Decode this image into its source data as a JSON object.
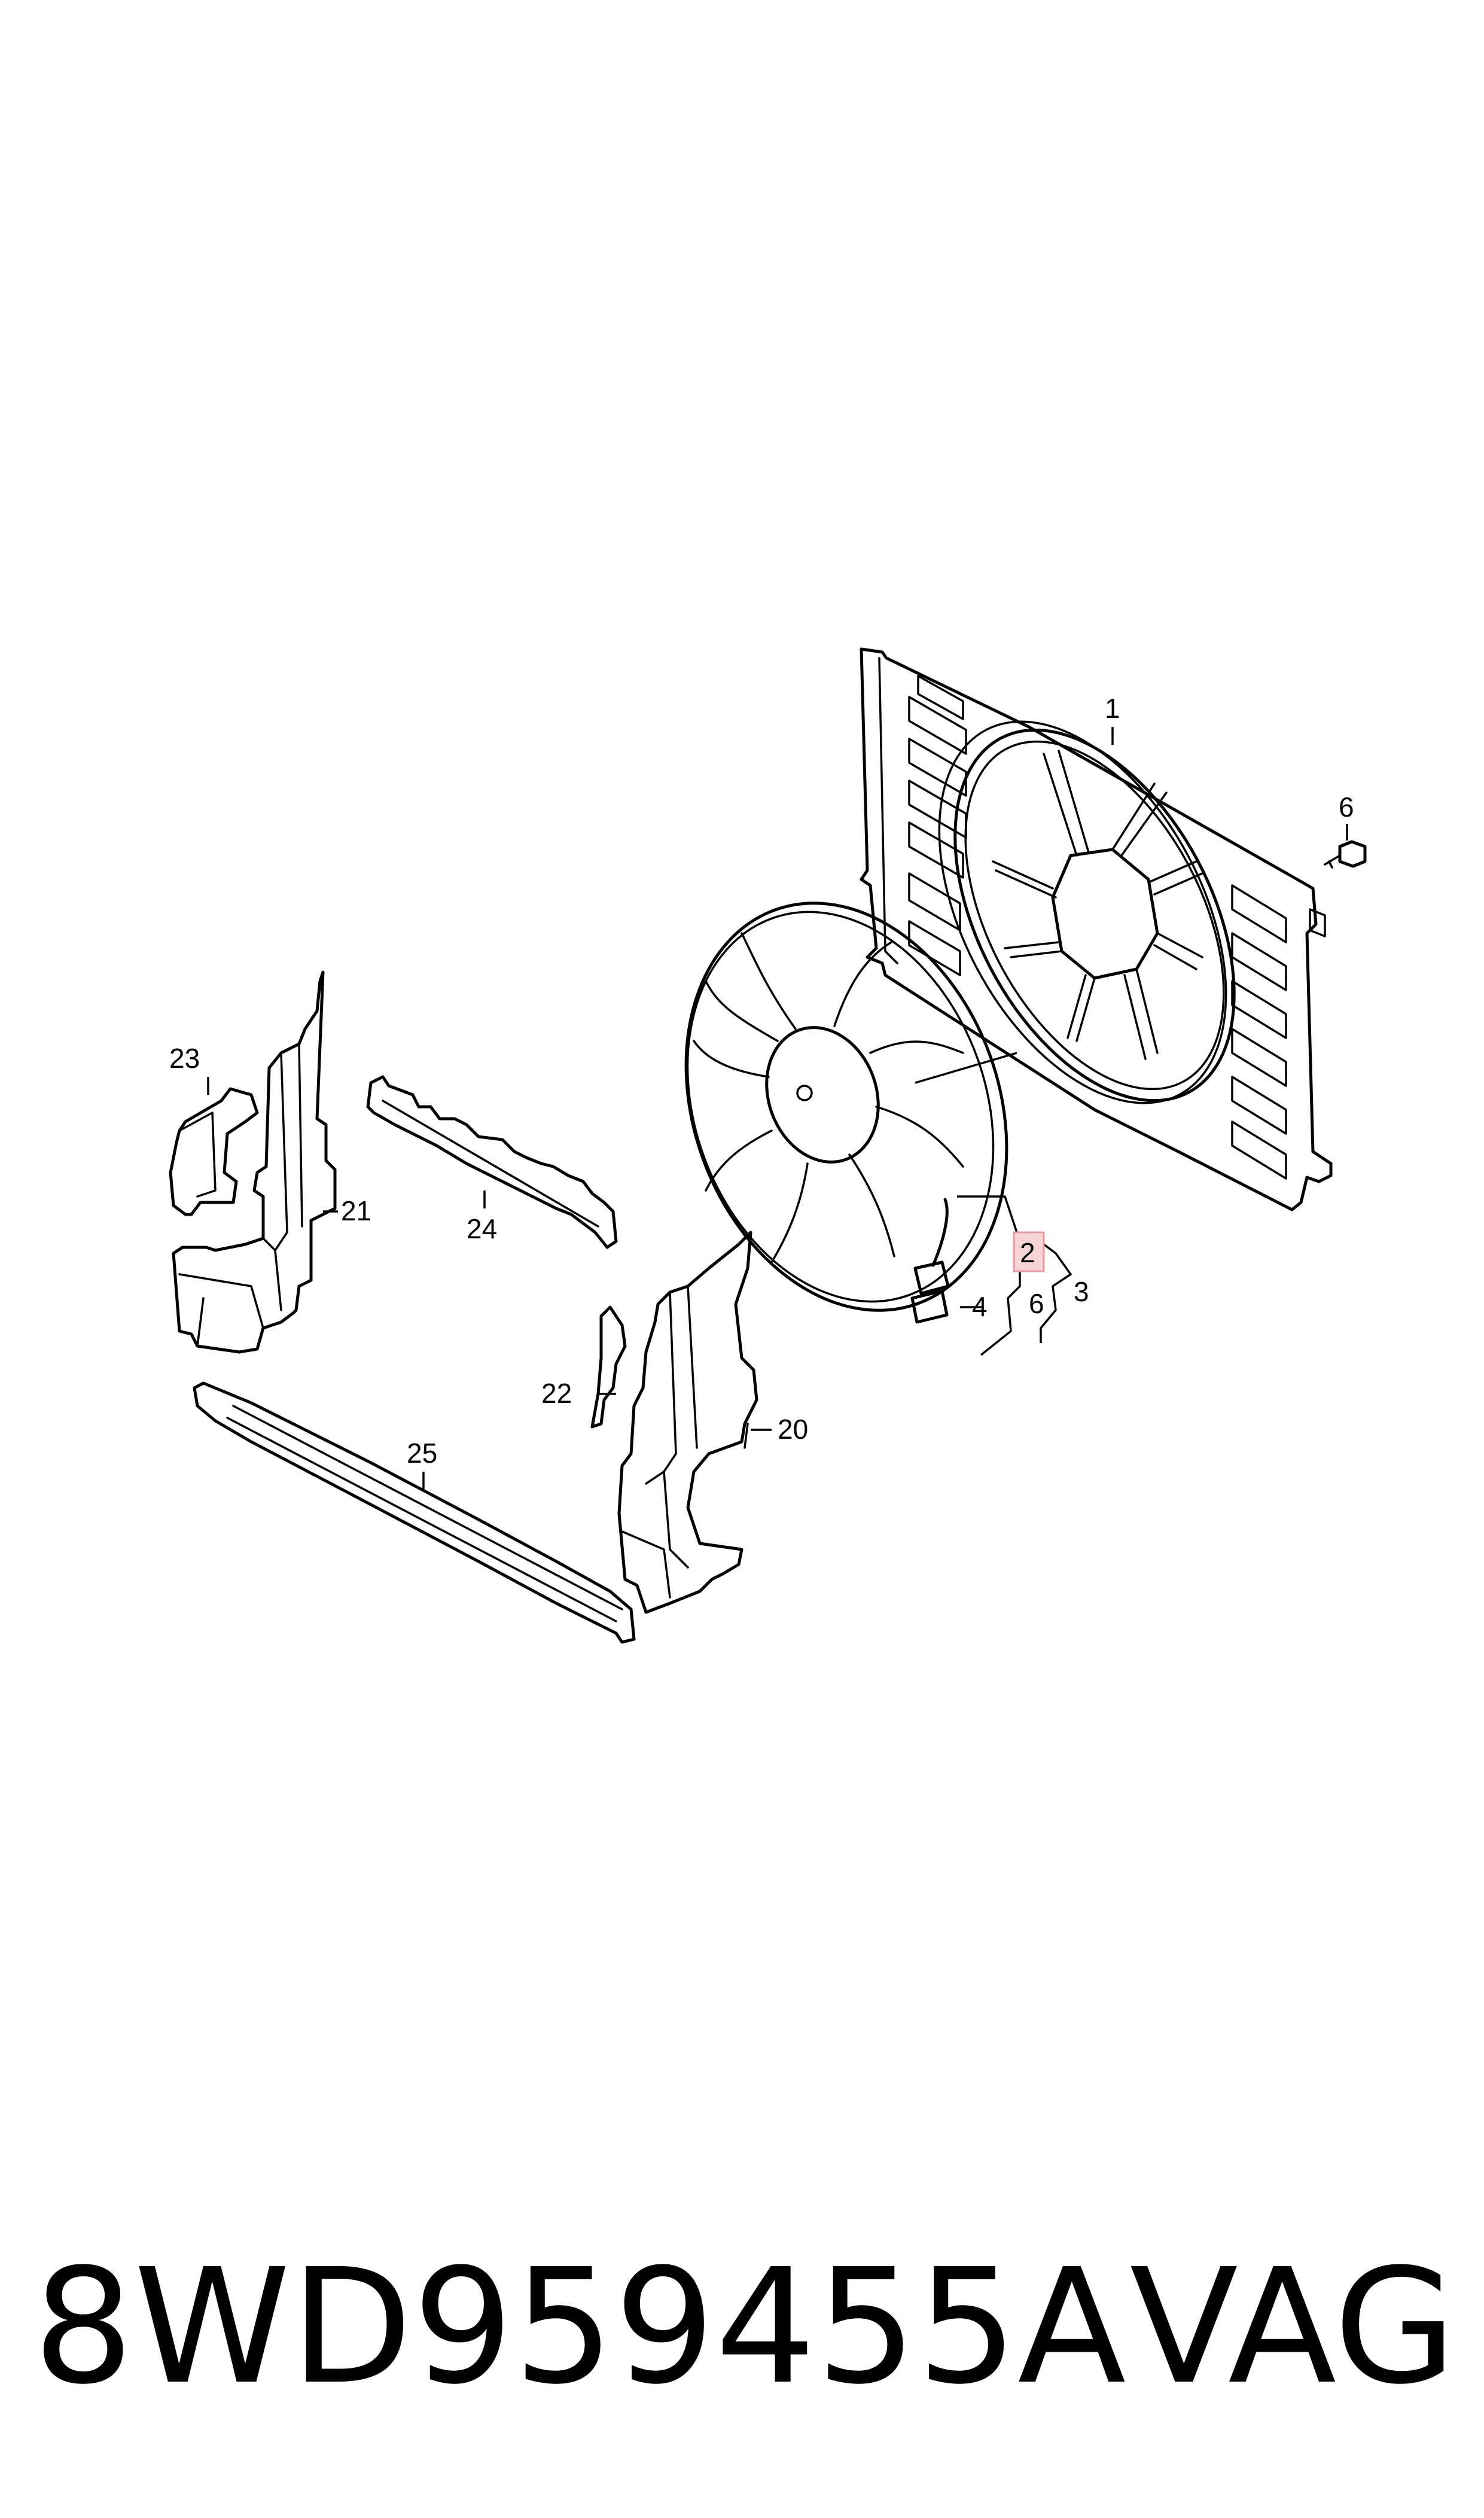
{
  "callouts": {
    "c1": "1",
    "c2": "2",
    "c3": "3",
    "c4": "4",
    "c6a": "6",
    "c6b": "6",
    "c20": "20",
    "c21": "21",
    "c22": "22",
    "c23": "23",
    "c24": "24",
    "c25": "25"
  },
  "highlighted_callout": "2",
  "highlight_color": "#f7d4d8",
  "caption": {
    "part_number": "8WD959455A",
    "brand": "VAG"
  }
}
